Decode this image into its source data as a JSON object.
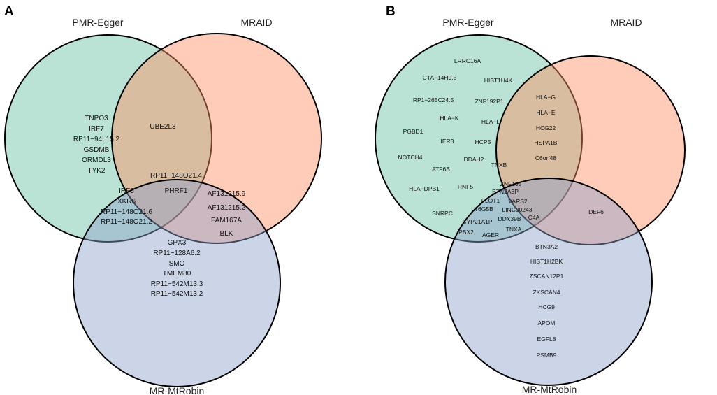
{
  "colors": {
    "pmr_egger": "#66c2a5",
    "mraid": "#fc8d62",
    "mr_mtrobin": "#8da0cb",
    "outline": "#000000"
  },
  "panels": [
    {
      "letter": "A",
      "sets": {
        "pmr_egger": "PMR-Egger",
        "mraid": "MRAID",
        "mr_mtrobin": "MR-MtRobin"
      },
      "regions": {
        "pmr_only": [
          "TNPO3",
          "IRF7",
          "RP11−94L15.2",
          "GSDMB",
          "ORMDL3",
          "TYK2"
        ],
        "pmr_mraid": [
          "UBE2L3"
        ],
        "all_three": [
          "RP11−148O21.4",
          "PHRF1"
        ],
        "pmr_mtrobin": [
          "IRF5",
          "XKR6",
          "RP11−148O21.6",
          "RP11−148O21.2"
        ],
        "mraid_mtrobin": [
          "AF131215.9",
          "AF131215.2",
          "FAM167A",
          "BLK"
        ],
        "mtrobin_only": [
          "GPX3",
          "RP11−128A6.2",
          "SMO",
          "TMEM80",
          "RP11−542M13.3",
          "RP11−542M13.2"
        ],
        "mraid_only": []
      }
    },
    {
      "letter": "B",
      "sets": {
        "pmr_egger": "PMR-Egger",
        "mraid": "MRAID",
        "mr_mtrobin": "MR-MtRobin"
      },
      "regions": {
        "pmr_only": [
          "LRRC16A",
          "CTA−14H9.5",
          "HIST1H4K",
          "RP1−265C24.5",
          "ZNF192P1",
          "HLA−K",
          "HLA−L",
          "PGBD1",
          "IER3",
          "HCP5",
          "NOTCH4",
          "DDAH2",
          "ATF6B",
          "TNXB",
          "HLA−DPB1",
          "RNF5",
          "SNRPC"
        ],
        "pmr_mraid": [
          "HLA−G",
          "HLA−E",
          "HCG22",
          "HSPA1B",
          "C6orf48"
        ],
        "pmr_mtrobin": [
          "ZNF165",
          "BTN2A3P",
          "FLOT1",
          "VARS2",
          "LY6G5B",
          "LINC00243",
          "DDX39B",
          "C4A",
          "CYP21A1P",
          "PBX2",
          "TNXA",
          "AGER"
        ],
        "mraid_mtrobin": [
          "DEF6"
        ],
        "mtrobin_only": [
          "BTN3A2",
          "HIST1H2BK",
          "ZSCAN12P1",
          "ZKSCAN4",
          "HCG9",
          "APOM",
          "EGFL8",
          "PSMB9"
        ],
        "all_three": [],
        "mraid_only": []
      }
    }
  ]
}
